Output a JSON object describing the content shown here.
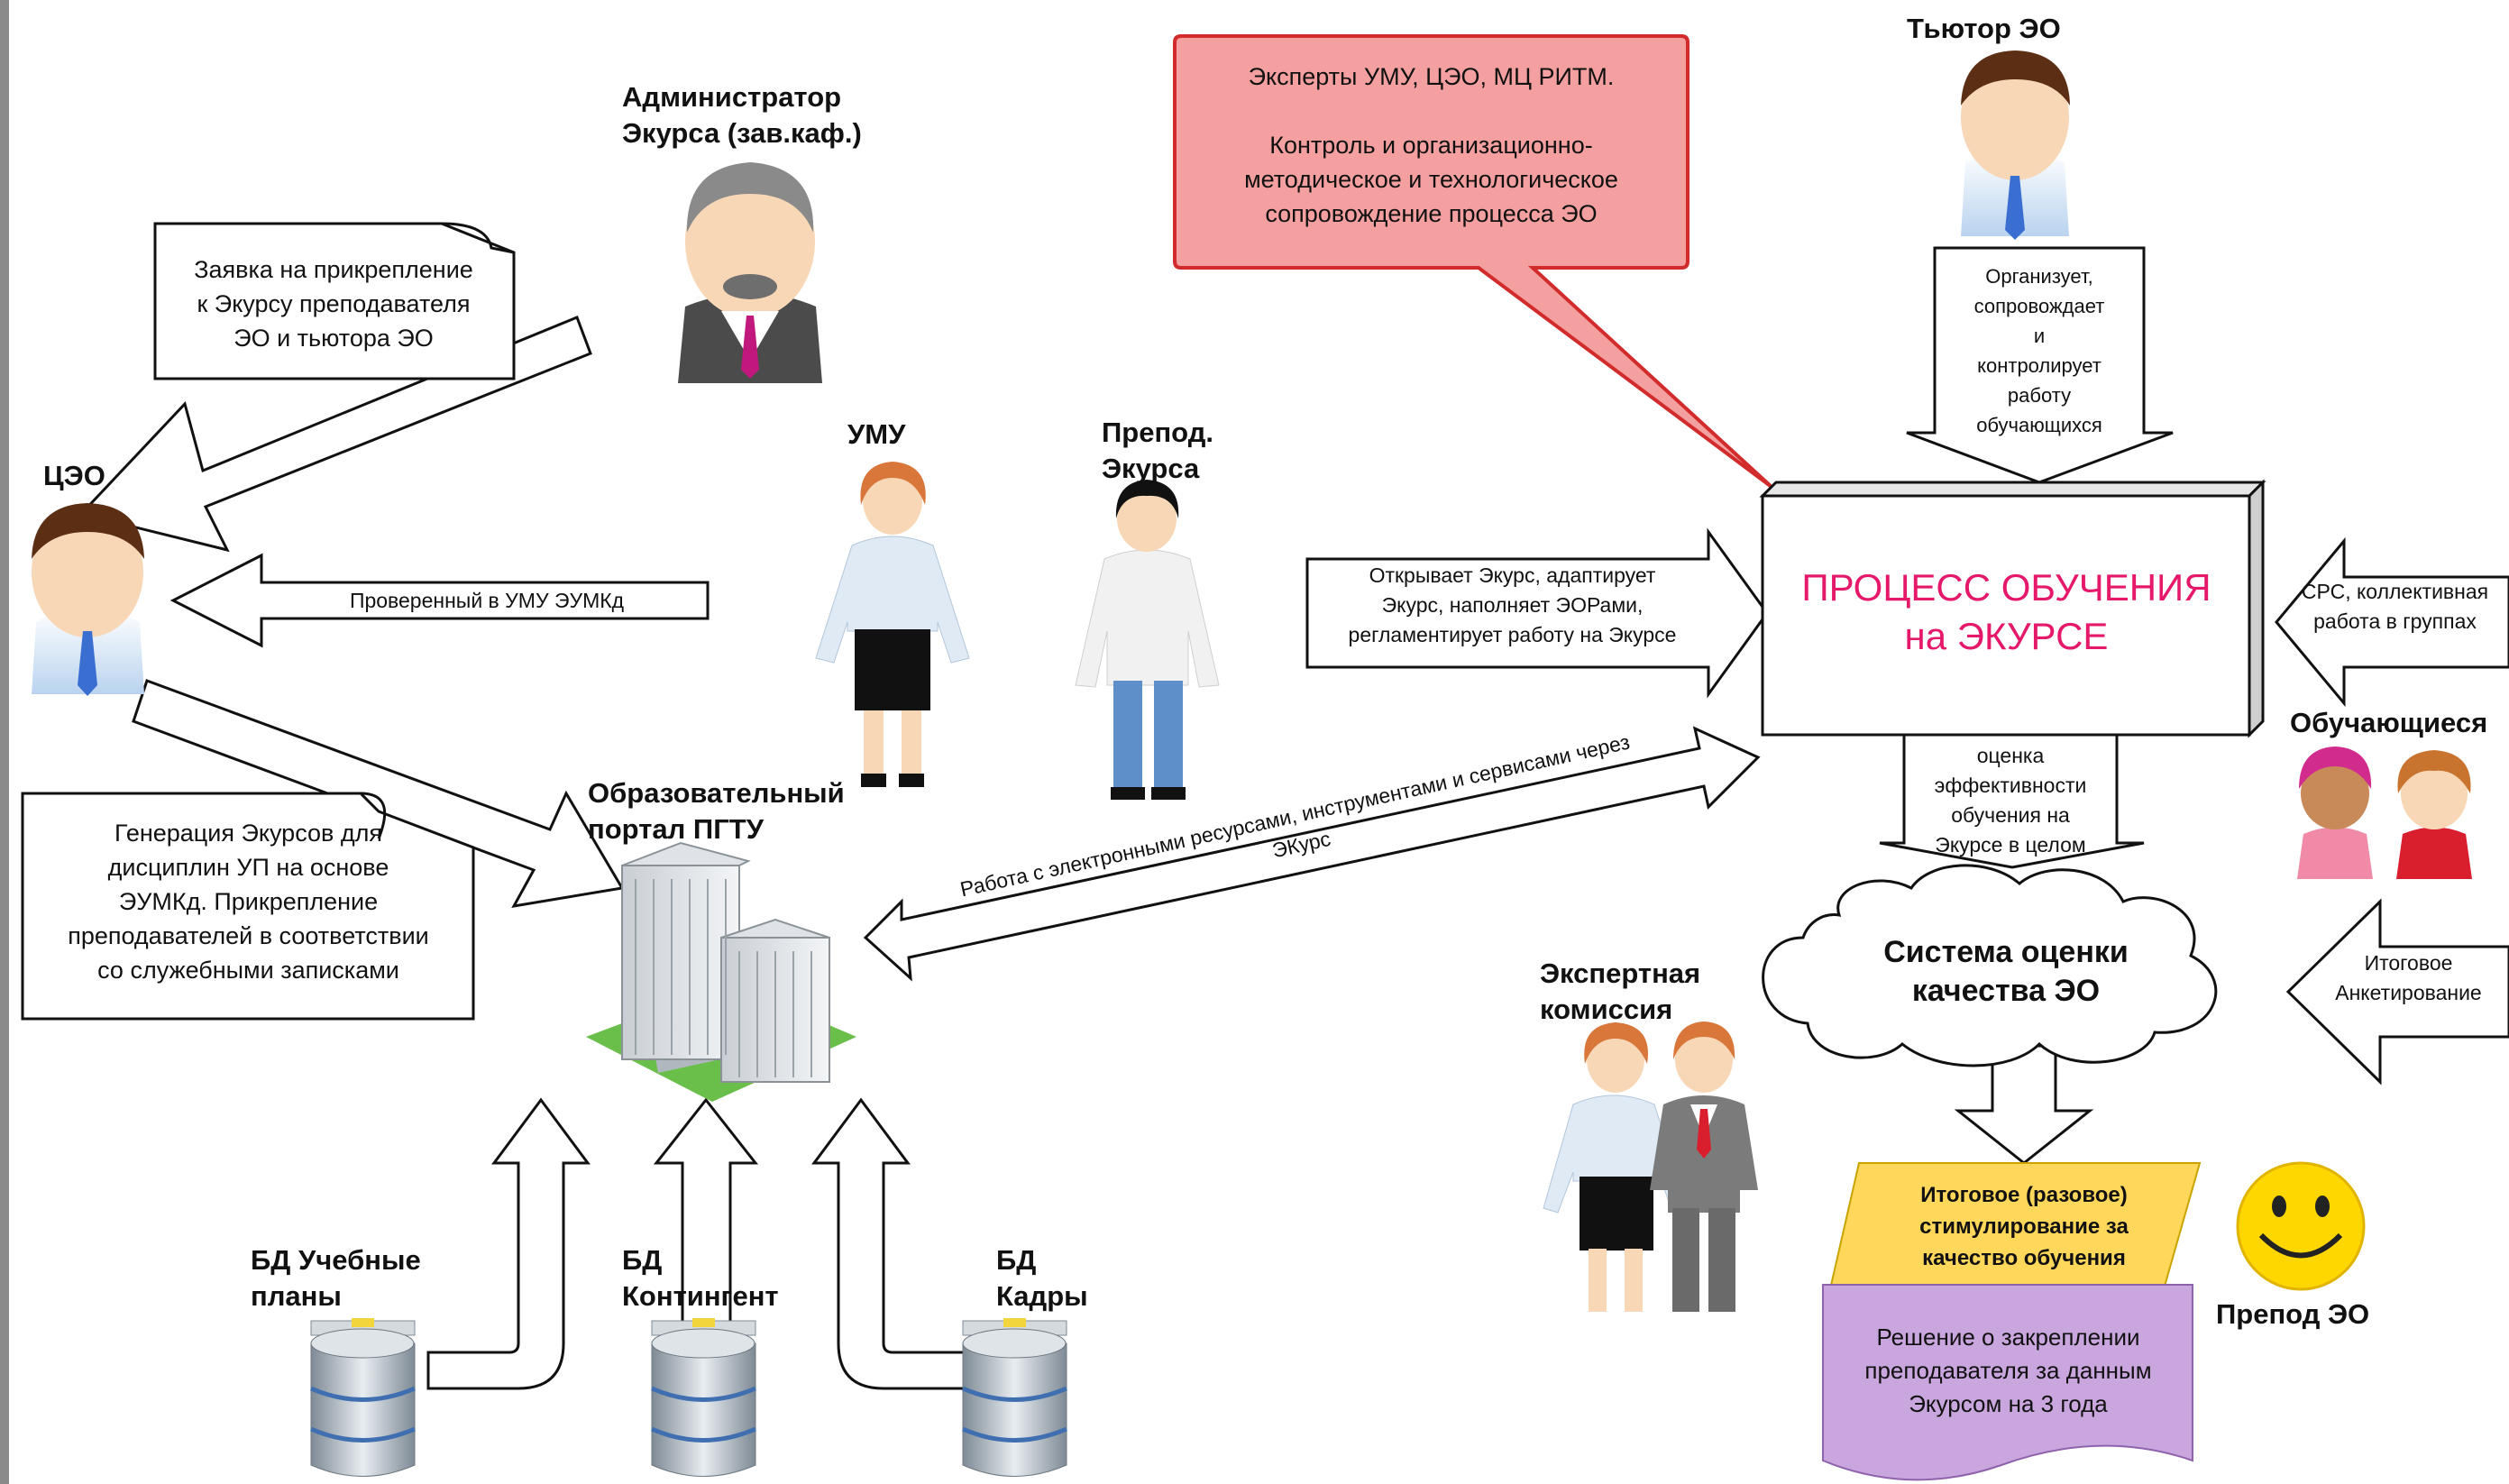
{
  "colors": {
    "red_box_fill": "#f4a0a0",
    "red_box_border": "#d22b2b",
    "process_title": "#e5186a",
    "yellow_card": "#ffd75a",
    "purple_card": "#c9a6de",
    "smiley": "#ffd700",
    "skin": "#f7d7b5",
    "hair_brown": "#5c2f15",
    "platform_green": "#6abf4b"
  },
  "icons": [
    "person-admin-icon",
    "person-ceo-icon",
    "person-umu-icon",
    "person-teacher-icon",
    "person-tutor-icon",
    "person-expert-woman-icon",
    "person-expert-man-icon",
    "students-icon",
    "building-icon",
    "database-icon",
    "smiley-icon",
    "cloud-shape",
    "note-shape"
  ],
  "labels": {
    "admin": "Администратор\nЭкурса (зав.каф.)",
    "ceo": "ЦЭО",
    "umu": "УМУ",
    "teacher": "Препод.\nЭкурса",
    "portal": "Образовательный\nпортал ПГТУ",
    "tutor": "Тьютор ЭО",
    "students": "Обучающиеся",
    "expert_commission": "Экспертная\nкомиссия",
    "teacher_eo": "Препод ЭО",
    "db_plans": "БД Учебные\nпланы",
    "db_contingent": "БД\nКонтингент",
    "db_staff": "БД\nКадры"
  },
  "notes": {
    "application": "Заявка на прикрепление\nк Экурсу преподавателя\nЭО и тьютора ЭО",
    "generation": "Генерация Экурсов для\nдисциплин УП на основе\nЭУМКд. Прикрепление\nпреподавателей в соответствии\nсо служебными  записками",
    "experts": "Эксперты УМУ, ЦЭО, МЦ РИТМ.\n\nКонтроль и организационно-\nметодическое и технологическое\nсопровождение процесса ЭО"
  },
  "arrows": {
    "checked": "Проверенный в УМУ ЭУМКд",
    "opens": "Открывает Экурс, адаптирует\nЭкурс, наполняет  ЭОРами,\nрегламентирует работу на Экурсе",
    "work": "Работа с электронными ресурсами, инструментами и сервисами через\nЭКурс",
    "tutor_organizes": "Организует,\nсопровождает\nи\nконтролирует\nработу\nобучающихся",
    "srs": "СРС, коллективная\nработа в группах",
    "assessment": "оценка\nэффективности\nобучения на\nЭкурсе в целом",
    "survey": "Итоговое\nАнкетирование"
  },
  "process": {
    "title": "ПРОЦЕСС ОБУЧЕНИЯ\nна ЭКУРСЕ"
  },
  "quality_system": "Система оценки\nкачества ЭО",
  "cards": {
    "reward": "Итоговое (разовое)\nстимулирование за\nкачество обучения",
    "decision": "Решение о закреплении\nпреподавателя за данным\nЭкурсом на 3 года"
  }
}
